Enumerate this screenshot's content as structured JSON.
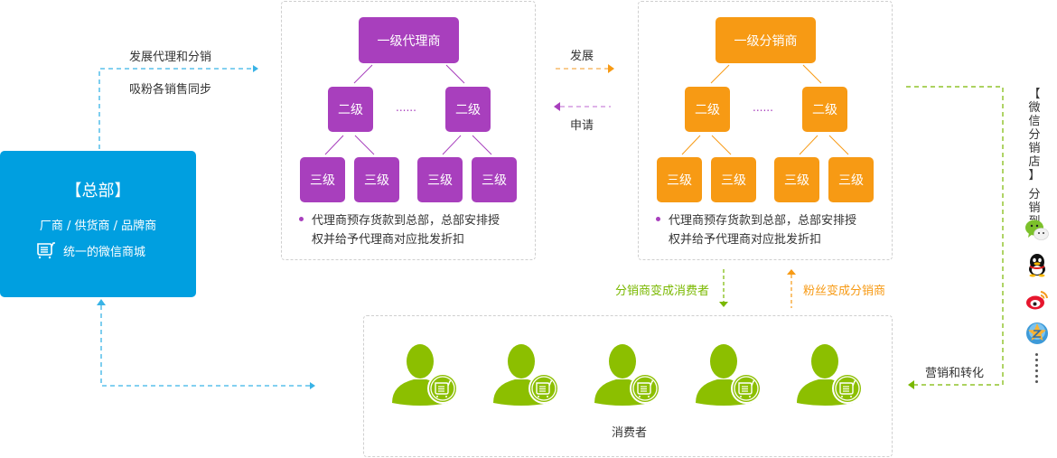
{
  "headquarters": {
    "title": "【总部】",
    "subtitle": "厂商 / 供货商 / 品牌商",
    "mall_label": "统一的微信商城",
    "mall_icon": "cart-icon",
    "color": "#009fe0"
  },
  "hq_to_agents": {
    "label_top": "发展代理和分销",
    "label_bottom": "吸粉各销售同步",
    "arrow_color": "#39b3e6"
  },
  "agent_tree": {
    "color": "#a83fbd",
    "root": "一级代理商",
    "level2": [
      "二级",
      "二级"
    ],
    "level3": [
      "三级",
      "三级",
      "三级",
      "三级"
    ],
    "ellipsis": "......",
    "note_line1": "代理商预存货款到总部，总部安排授",
    "note_line2": "权并给予代理商对应批发折扣"
  },
  "between_trees": {
    "develop_label": "发展",
    "apply_label": "申请",
    "develop_color": "#f7a533",
    "apply_color": "#b85ccc"
  },
  "distributor_tree": {
    "color": "#f79a14",
    "root": "一级分销商",
    "level2": [
      "二级",
      "二级"
    ],
    "level3": [
      "三级",
      "三级",
      "三级",
      "三级"
    ],
    "ellipsis": "......",
    "note_line1": "代理商预存货款到总部，总部安排授",
    "note_line2": "权并给予代理商对应批发折扣"
  },
  "flows": {
    "distributor_to_consumer": "分销商变成消费者",
    "fan_to_distributor": "粉丝变成分销商",
    "marketing": "营销和转化",
    "green": "#7ab800",
    "orange": "#f79a14"
  },
  "consumers": {
    "count": 5,
    "label": "消费者",
    "color": "#8cbf00"
  },
  "channels": {
    "vertical_text": [
      "【",
      "微",
      "信",
      "分",
      "销",
      "店",
      "】",
      "分",
      "销",
      "到"
    ],
    "icons": [
      "wechat-icon",
      "qq-icon",
      "weibo-icon",
      "qzone-icon"
    ],
    "more": "more-dots"
  }
}
